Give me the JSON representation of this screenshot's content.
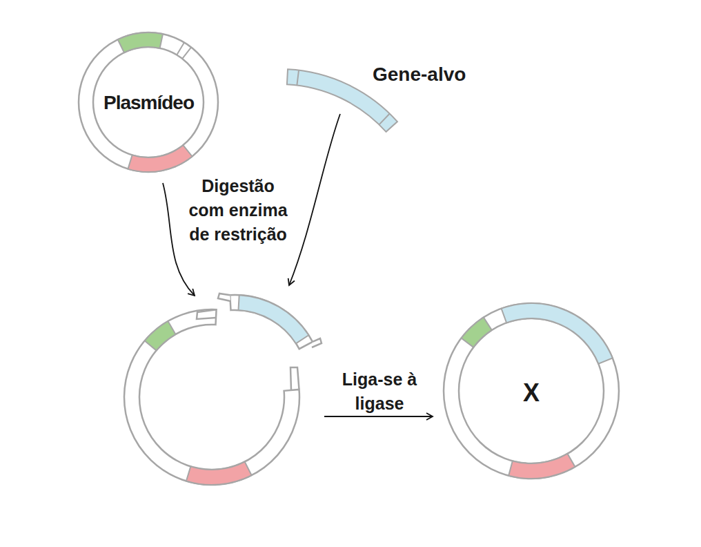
{
  "diagram": {
    "nodes": [
      {
        "text": [
          "Plasmídeo"
        ]
      },
      {
        "text": [
          "Gene-alvo"
        ]
      },
      {
        "text": [
          "X"
        ]
      }
    ],
    "labels": [
      "Digestão com enzima de restrição",
      "Liga-se à ligase"
    ]
  }
}
